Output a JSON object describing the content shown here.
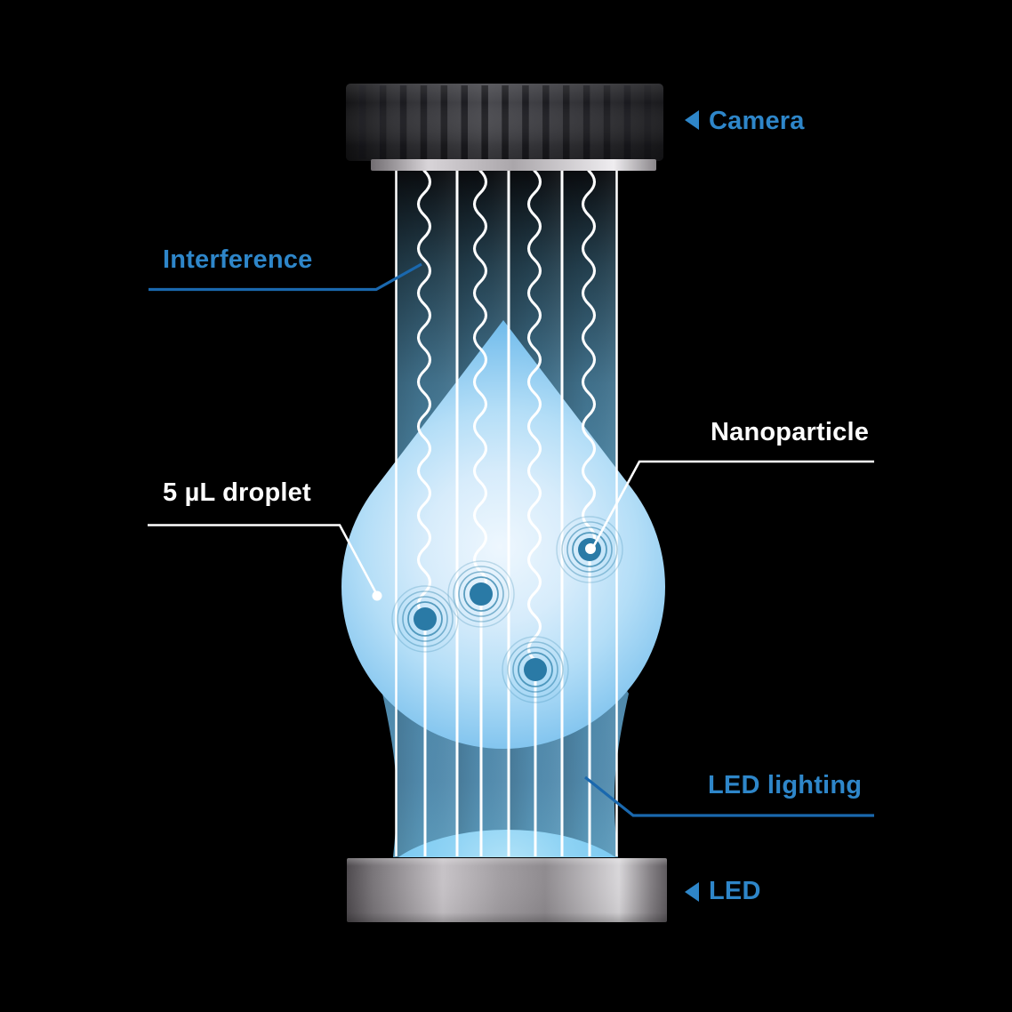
{
  "figure": {
    "description": "Schematic of optical nanoparticle detection: LED light shines upward through a 5 µL droplet containing nanoparticles, producing interference patterns recorded by a camera above.",
    "background_color": "#000000",
    "nanoparticle_count": 4,
    "straight_light_rays": 5,
    "wavy_interference_rays": 4
  },
  "labels": {
    "camera": "Camera",
    "interference": "Interference",
    "droplet": "5 µL droplet",
    "nanoparticle": "Nanoparticle",
    "led_lighting": "LED lighting",
    "led": "LED"
  },
  "icons": {
    "camera_pointer": "left-triangle",
    "led_pointer": "left-triangle"
  },
  "colors": {
    "label_blue": "#2e86c9",
    "leader_line_blue": "#1a68ae",
    "label_white": "#ffffff",
    "beam_steel_blue": "#4d87a8",
    "droplet_center_blue": "#eef7fe",
    "droplet_edge_blue": "#5eb1e6",
    "led_glow_blue": "#8fd3f4",
    "nanoparticle_teal": "#2a7aa6",
    "metal_silver": "#c7c3c7",
    "camera_barrel_dark": "#2e2e32"
  }
}
